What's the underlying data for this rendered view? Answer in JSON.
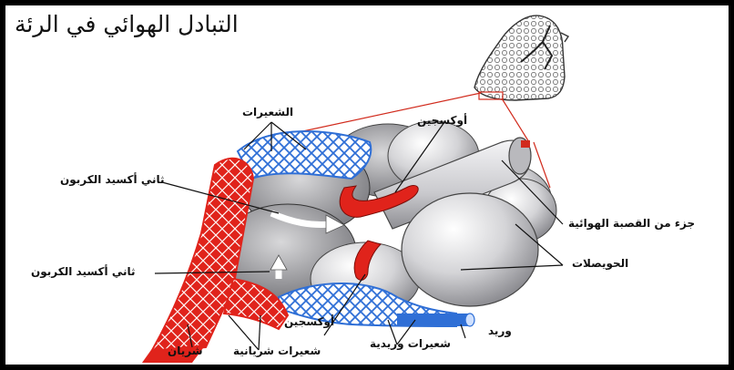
{
  "title": "التبادل الهوائي في الرئة",
  "labels": {
    "capillaries": "الشعيرات",
    "oxygen_top": "أوكسجين",
    "co2_upper": "ثاني أكسيد الكربون",
    "co2_lower": "ثاني أكسيد الكربون",
    "bronchiole_part": "جزء من القصبة الهوائية",
    "alveoli": "الحويصلات",
    "oxygen_bottom": "أوكسجين",
    "venous_capillaries": "شعيرات وريدية",
    "vein": "وريد",
    "arterial_capillaries": "شعيرات شريانية",
    "artery": "شريان"
  },
  "colors": {
    "artery": "#e0231b",
    "vein": "#2f6fd6",
    "alveolus": "#cfcfd2",
    "pointer_red": "#d12b1d"
  }
}
